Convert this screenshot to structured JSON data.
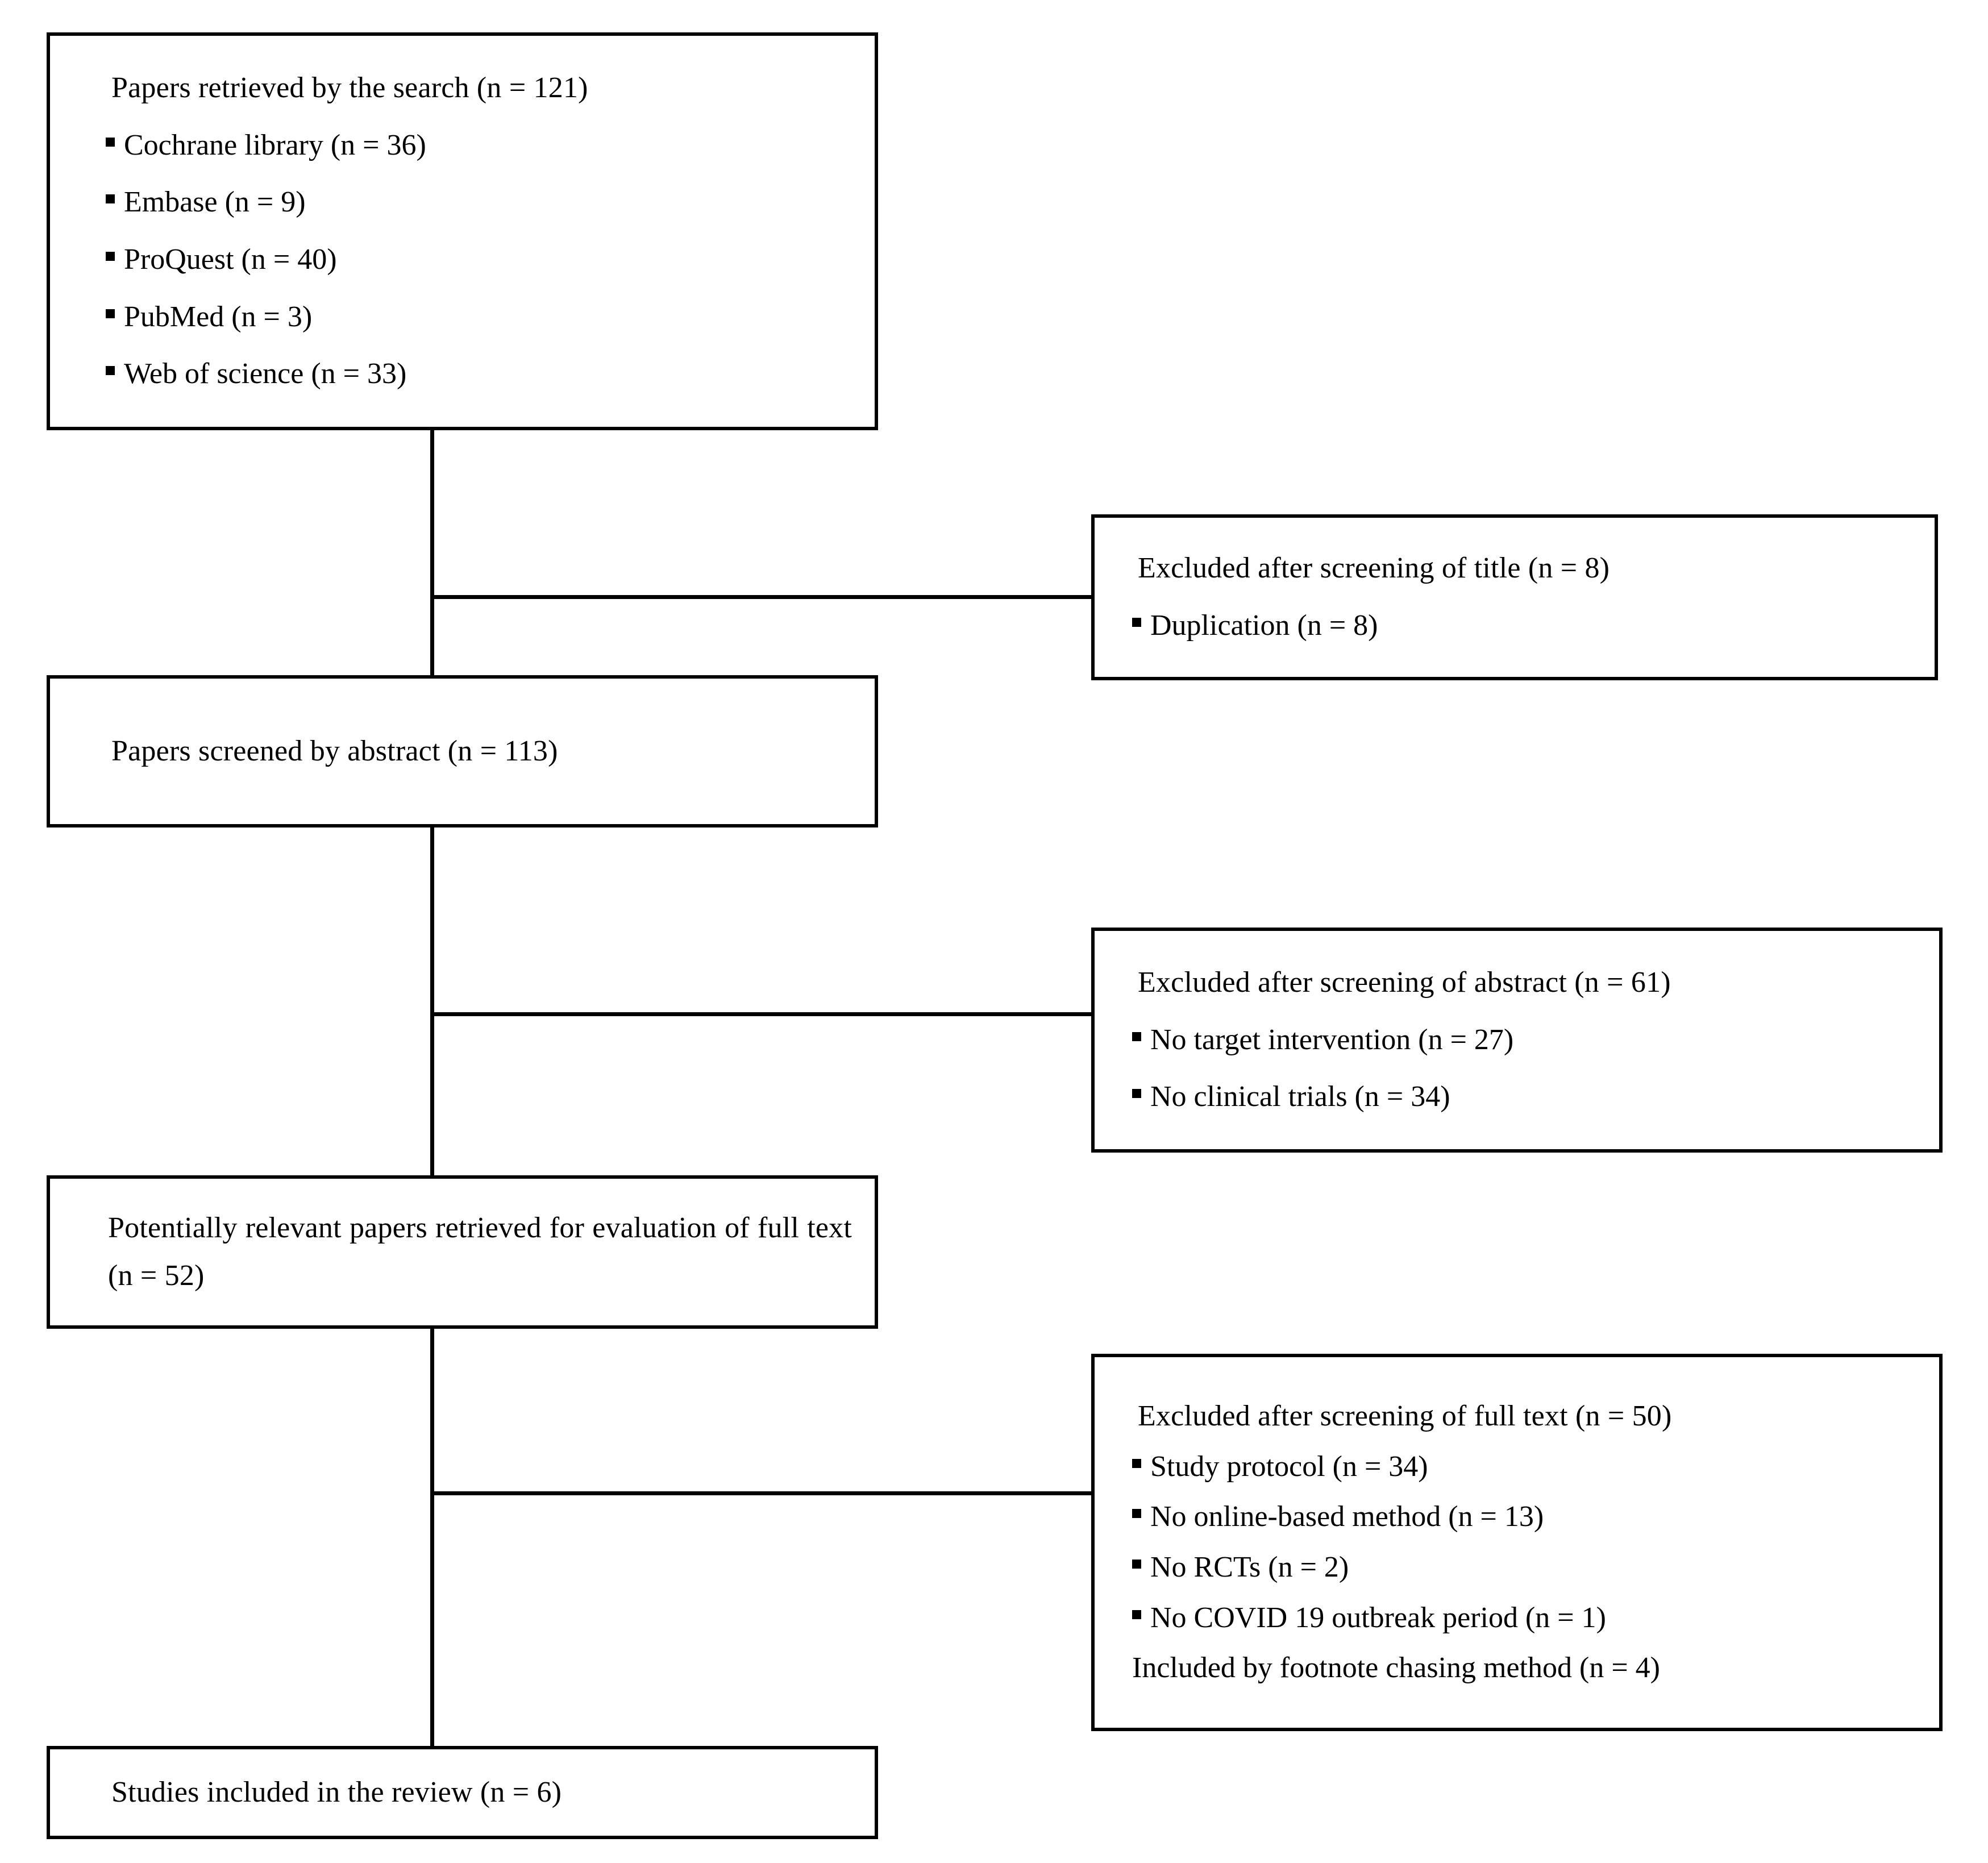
{
  "diagram": {
    "type": "prisma-flow-diagram",
    "boxes": {
      "search": {
        "heading": "Papers retrieved by the search (n = 121)",
        "items": [
          "Cochrane library (n = 36)",
          "Embase (n = 9)",
          "ProQuest (n = 40)",
          "PubMed (n = 3)",
          "Web of science (n = 33)"
        ]
      },
      "excluded_title": {
        "heading": "Excluded after screening of title (n = 8)",
        "items": [
          "Duplication (n = 8)"
        ]
      },
      "screened_abstract": {
        "heading": "Papers screened by abstract (n = 113)"
      },
      "excluded_abstract": {
        "heading": "Excluded after screening of abstract (n = 61)",
        "items": [
          "No target intervention (n = 27)",
          "No clinical trials (n = 34)"
        ]
      },
      "full_text": {
        "heading": "Potentially relevant papers retrieved for evaluation of full text (n = 52)"
      },
      "excluded_full_text": {
        "heading": "Excluded after screening of full text (n = 50)",
        "items": [
          "Study protocol (n = 34)",
          "No online-based method (n = 13)",
          "No RCTs (n = 2)",
          "No COVID 19 outbreak period (n = 1)"
        ],
        "footer": "Included by footnote chasing method (n = 4)"
      },
      "included": {
        "heading": "Studies included in the review (n = 6)"
      }
    },
    "counts": {
      "retrieved_total": 121,
      "cochrane": 36,
      "embase": 9,
      "proquest": 40,
      "pubmed": 3,
      "web_of_science": 33,
      "excluded_title_total": 8,
      "duplication": 8,
      "screened_by_abstract": 113,
      "excluded_abstract_total": 61,
      "no_target_intervention": 27,
      "no_clinical_trials": 34,
      "full_text_evaluated": 52,
      "excluded_full_text_total": 50,
      "study_protocol": 34,
      "no_online_based_method": 13,
      "no_rcts": 2,
      "no_covid_19_outbreak_period": 1,
      "included_by_footnote_chasing": 4,
      "studies_included": 6
    },
    "colors": {
      "border": "#000000",
      "text": "#000000",
      "background": "#ffffff"
    }
  }
}
